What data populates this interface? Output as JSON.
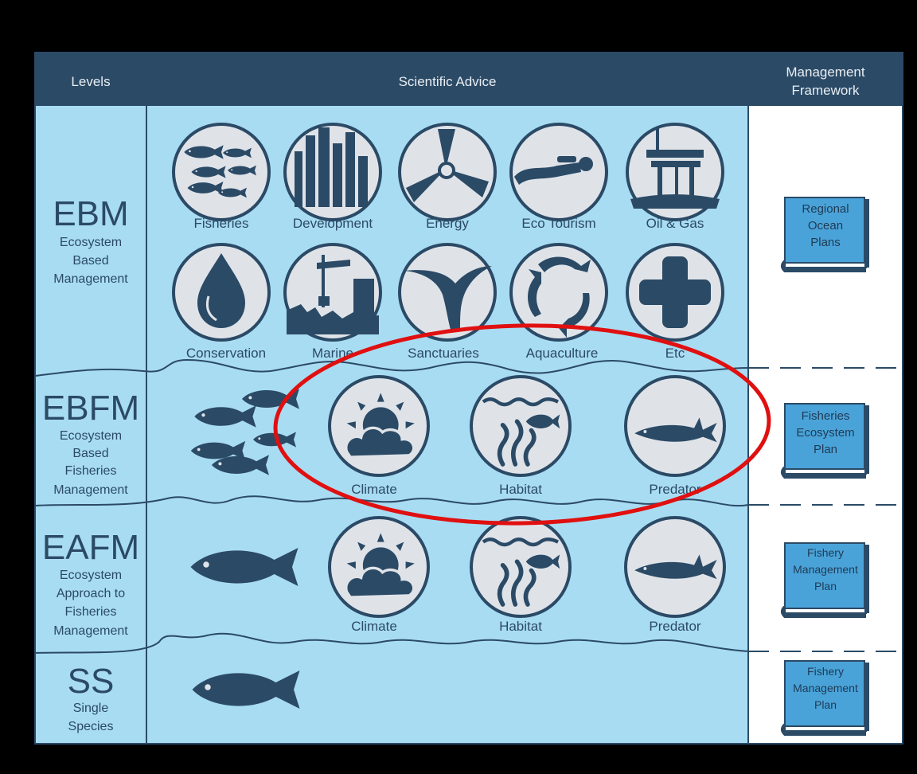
{
  "header": {
    "levels": "Levels",
    "scientific_advice": "Scientific Advice",
    "management_line1": "Management",
    "management_line2": "Framework"
  },
  "levels": [
    {
      "abbr": "EBM",
      "lines": [
        "Ecosystem",
        "Based",
        "Management"
      ]
    },
    {
      "abbr": "EBFM",
      "lines": [
        "Ecosystem",
        "Based",
        "Fisheries",
        "Management"
      ]
    },
    {
      "abbr": "EAFM",
      "lines": [
        "Ecosystem",
        "Approach to",
        "Fisheries",
        "Management"
      ]
    },
    {
      "abbr": "SS",
      "lines": [
        "Single",
        "Species"
      ]
    }
  ],
  "ebm_icons": [
    {
      "label": "Fisheries",
      "icon": "fish-school-icon"
    },
    {
      "label": "Development",
      "icon": "buildings-icon"
    },
    {
      "label": "Energy",
      "icon": "wind-turbine-icon"
    },
    {
      "label": "Eco Tourism",
      "icon": "diver-icon"
    },
    {
      "label": "Oil & Gas",
      "icon": "oil-rig-icon"
    },
    {
      "label": "Conservation",
      "icon": "water-drop-icon"
    },
    {
      "label": "Marine",
      "icon": "crane-icon"
    },
    {
      "label": "Sanctuaries",
      "icon": "whale-tail-icon"
    },
    {
      "label": "Aquaculture",
      "icon": "fish-cycle-icon"
    },
    {
      "label": "Etc",
      "icon": "plus-icon"
    }
  ],
  "ebfm_icons": [
    {
      "label": "Climate",
      "icon": "sun-cloud-icon"
    },
    {
      "label": "Habitat",
      "icon": "seaweed-icon"
    },
    {
      "label": "Predator",
      "icon": "shark-icon"
    }
  ],
  "eafm_icons": [
    {
      "label": "Climate",
      "icon": "sun-cloud-icon"
    },
    {
      "label": "Habitat",
      "icon": "seaweed-icon"
    },
    {
      "label": "Predator",
      "icon": "shark-icon"
    }
  ],
  "books": [
    {
      "lines": [
        "Regional",
        "Ocean",
        "Plans"
      ]
    },
    {
      "lines": [
        "Fisheries",
        "Ecosystem",
        "Plan"
      ]
    },
    {
      "lines": [
        "Fishery",
        "Management",
        "Plan"
      ]
    },
    {
      "lines": [
        "Fishery",
        "Management",
        "Plan"
      ]
    }
  ],
  "colors": {
    "header": "#2b4a66",
    "panel": "#a8dcf2",
    "icon_fill": "#2b4a66",
    "circle_fill": "#dfe3e8",
    "book": "#4aa3d8",
    "highlight": "#e01010"
  }
}
